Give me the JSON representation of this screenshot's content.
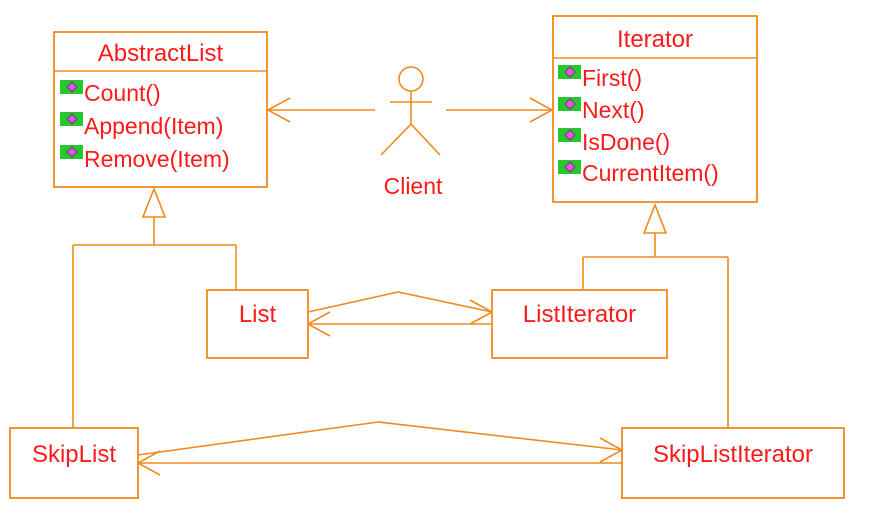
{
  "colors": {
    "stroke": "#f08a1c",
    "text": "#ff1a1a",
    "method_icon_bg": "#26c82d",
    "method_icon_gem": "#d85dd8"
  },
  "abstract_list": {
    "title": "AbstractList",
    "methods": [
      "Count()",
      "Append(Item)",
      "Remove(Item)"
    ]
  },
  "iterator": {
    "title": "Iterator",
    "methods": [
      "First()",
      "Next()",
      "IsDone()",
      "CurrentItem()"
    ]
  },
  "client": {
    "label": "Client"
  },
  "list": {
    "title": "List"
  },
  "list_iterator": {
    "title": "ListIterator"
  },
  "skip_list": {
    "title": "SkipList"
  },
  "skip_list_iterator": {
    "title": "SkipListIterator"
  },
  "icons": {
    "method": "public-method-icon",
    "client": "actor-icon"
  }
}
